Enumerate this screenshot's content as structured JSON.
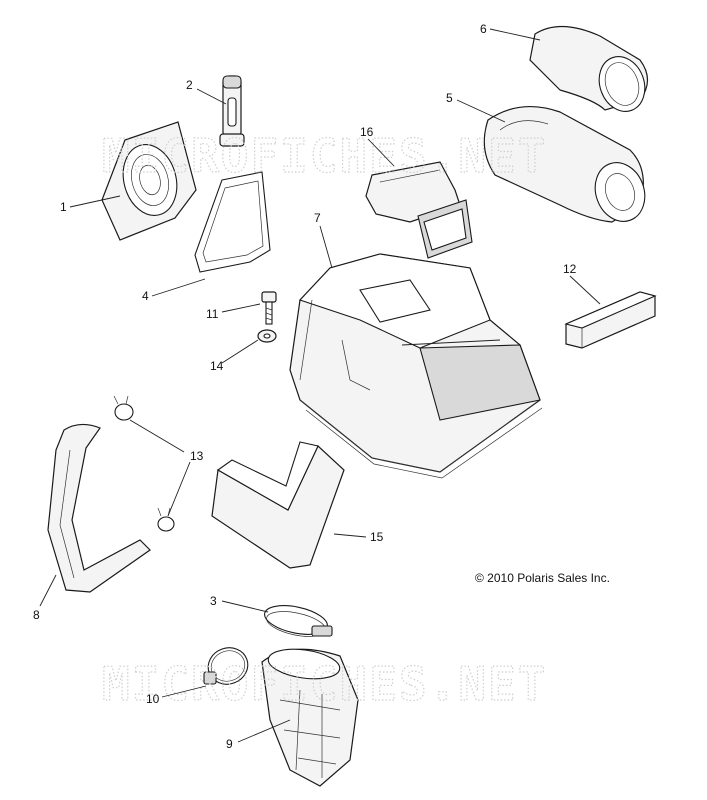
{
  "watermarks": [
    "MICROFICHES.NET",
    "MICROFICHES.NET"
  ],
  "copyright": "© 2010 Polaris Sales Inc.",
  "callouts": [
    {
      "id": "1",
      "label": "1"
    },
    {
      "id": "2",
      "label": "2"
    },
    {
      "id": "3",
      "label": "3"
    },
    {
      "id": "4",
      "label": "4"
    },
    {
      "id": "5",
      "label": "5"
    },
    {
      "id": "6",
      "label": "6"
    },
    {
      "id": "7",
      "label": "7"
    },
    {
      "id": "8",
      "label": "8"
    },
    {
      "id": "9",
      "label": "9"
    },
    {
      "id": "10",
      "label": "10"
    },
    {
      "id": "11",
      "label": "11"
    },
    {
      "id": "12",
      "label": "12"
    },
    {
      "id": "13",
      "label": "13"
    },
    {
      "id": "14",
      "label": "14"
    },
    {
      "id": "15",
      "label": "15"
    },
    {
      "id": "16",
      "label": "16"
    }
  ]
}
